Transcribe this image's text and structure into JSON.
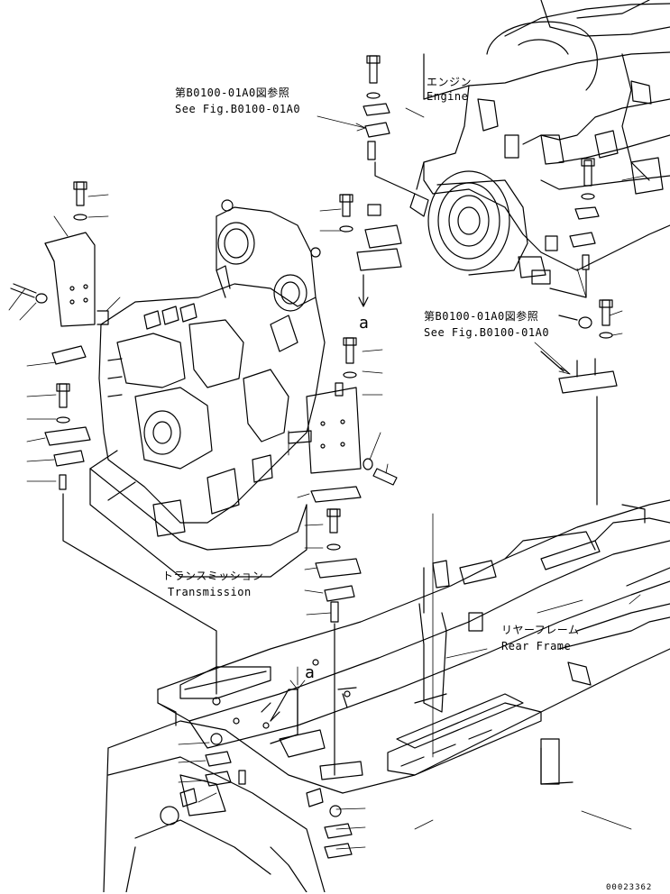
{
  "labels": {
    "fig_ref_1_jp": "第B0100-01A0図参照",
    "fig_ref_1_en": "See Fig.B0100-01A0",
    "fig_ref_2_jp": "第B0100-01A0図参照",
    "fig_ref_2_en": "See Fig.B0100-01A0",
    "engine_jp": "エンジン",
    "engine_en": "Engine",
    "transmission_jp": "トランスミッション",
    "transmission_en": "Transmission",
    "rear_frame_jp": "リヤーフレーム",
    "rear_frame_en": "Rear Frame",
    "callout_a_upper": "a",
    "callout_a_lower": "a",
    "drawing_number": "00023362"
  }
}
